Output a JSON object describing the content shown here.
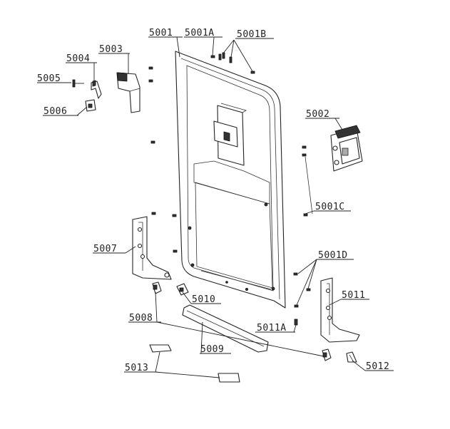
{
  "labels": {
    "l5001": "5001",
    "l5001A": "5001A",
    "l5001B": "5001B",
    "l5001C": "5001C",
    "l5001D": "5001D",
    "l5002": "5002",
    "l5003": "5003",
    "l5004": "5004",
    "l5005": "5005",
    "l5006": "5006",
    "l5007": "5007",
    "l5008": "5008",
    "l5009": "5009",
    "l5010": "5010",
    "l5011": "5011",
    "l5011A": "5011A",
    "l5012": "5012",
    "l5013": "5013"
  }
}
